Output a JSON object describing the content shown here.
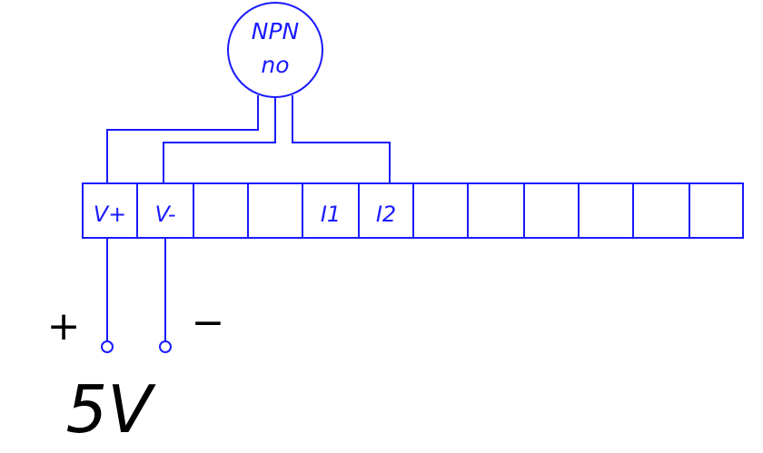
{
  "sensor": {
    "type_label": "NPN",
    "contact_label": "no"
  },
  "terminals": [
    "V+",
    "V-",
    "",
    "",
    "I1",
    "I2",
    "",
    "",
    "",
    "",
    "",
    ""
  ],
  "supply": {
    "plus_label": "+",
    "minus_label": "−",
    "voltage_label": "5V"
  },
  "colors": {
    "wire": "#1a1aff",
    "text": "#000000",
    "background": "#ffffff"
  }
}
